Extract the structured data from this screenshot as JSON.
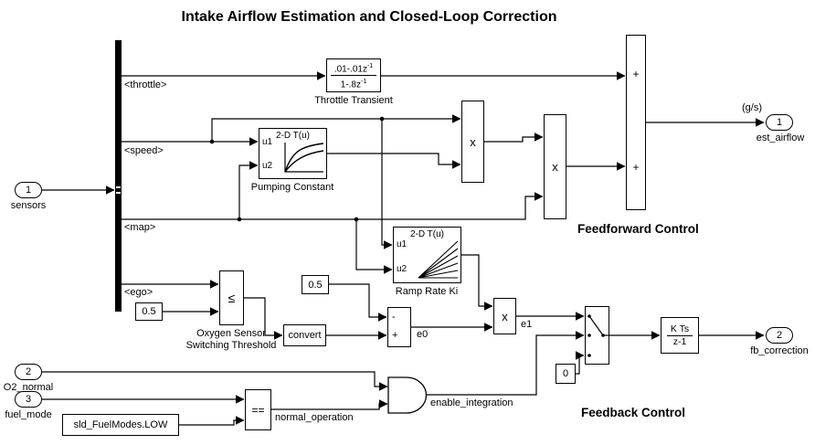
{
  "title": "Intake Airflow Estimation and Closed-Loop Correction",
  "annotations": {
    "feedforward": "Feedforward Control",
    "feedback": "Feedback Control"
  },
  "inports": [
    {
      "num": "1",
      "label": "sensors"
    },
    {
      "num": "2",
      "label": "O2_normal"
    },
    {
      "num": "3",
      "label": "fuel_mode"
    }
  ],
  "outports": [
    {
      "num": "1",
      "label": "est_airflow",
      "unit": "(g/s)"
    },
    {
      "num": "2",
      "label": "fb_correction",
      "unit": ""
    }
  ],
  "signals": {
    "throttle": "<throttle>",
    "speed": "<speed>",
    "map": "<map>",
    "ego": "<ego>",
    "e0": "e0",
    "e1": "e1",
    "normal_operation": "normal_operation",
    "enable_integration": "enable_integration"
  },
  "blocks": {
    "throttle_transient": {
      "num_base": ".01-.01z",
      "num_exp": "-1",
      "den_base": "1-.8z",
      "den_exp": "-1",
      "label": "Throttle Transient"
    },
    "pumping_constant": {
      "header": "2-D T(u)",
      "in1": "u1",
      "in2": "u2",
      "label": "Pumping Constant"
    },
    "ramp_rate_ki": {
      "header": "2-D T(u)",
      "in1": "u1",
      "in2": "u2",
      "label": "Ramp Rate Ki"
    },
    "product1": {
      "op": "x"
    },
    "product2": {
      "op": "x"
    },
    "product3": {
      "op": "x"
    },
    "ff_sum": {
      "sign_top": "+",
      "sign_bottom": "+"
    },
    "err_sum": {
      "sign_top": "-",
      "sign_bottom": "+"
    },
    "lte": {
      "op": "≤",
      "label_line1": "Oxygen Sensor",
      "label_line2": "Switching Threshold"
    },
    "const_threshold": {
      "value": "0.5"
    },
    "const_half": {
      "value": "0.5"
    },
    "const_zero": {
      "value": "0"
    },
    "convert": {
      "label": "convert"
    },
    "integrator": {
      "num": "K Ts",
      "den": "z-1"
    },
    "equals": {
      "op": "=="
    },
    "const_fuelmode": {
      "value": "sld_FuelModes.LOW"
    }
  },
  "colors": {
    "line": "#000000",
    "background": "#ffffff"
  }
}
